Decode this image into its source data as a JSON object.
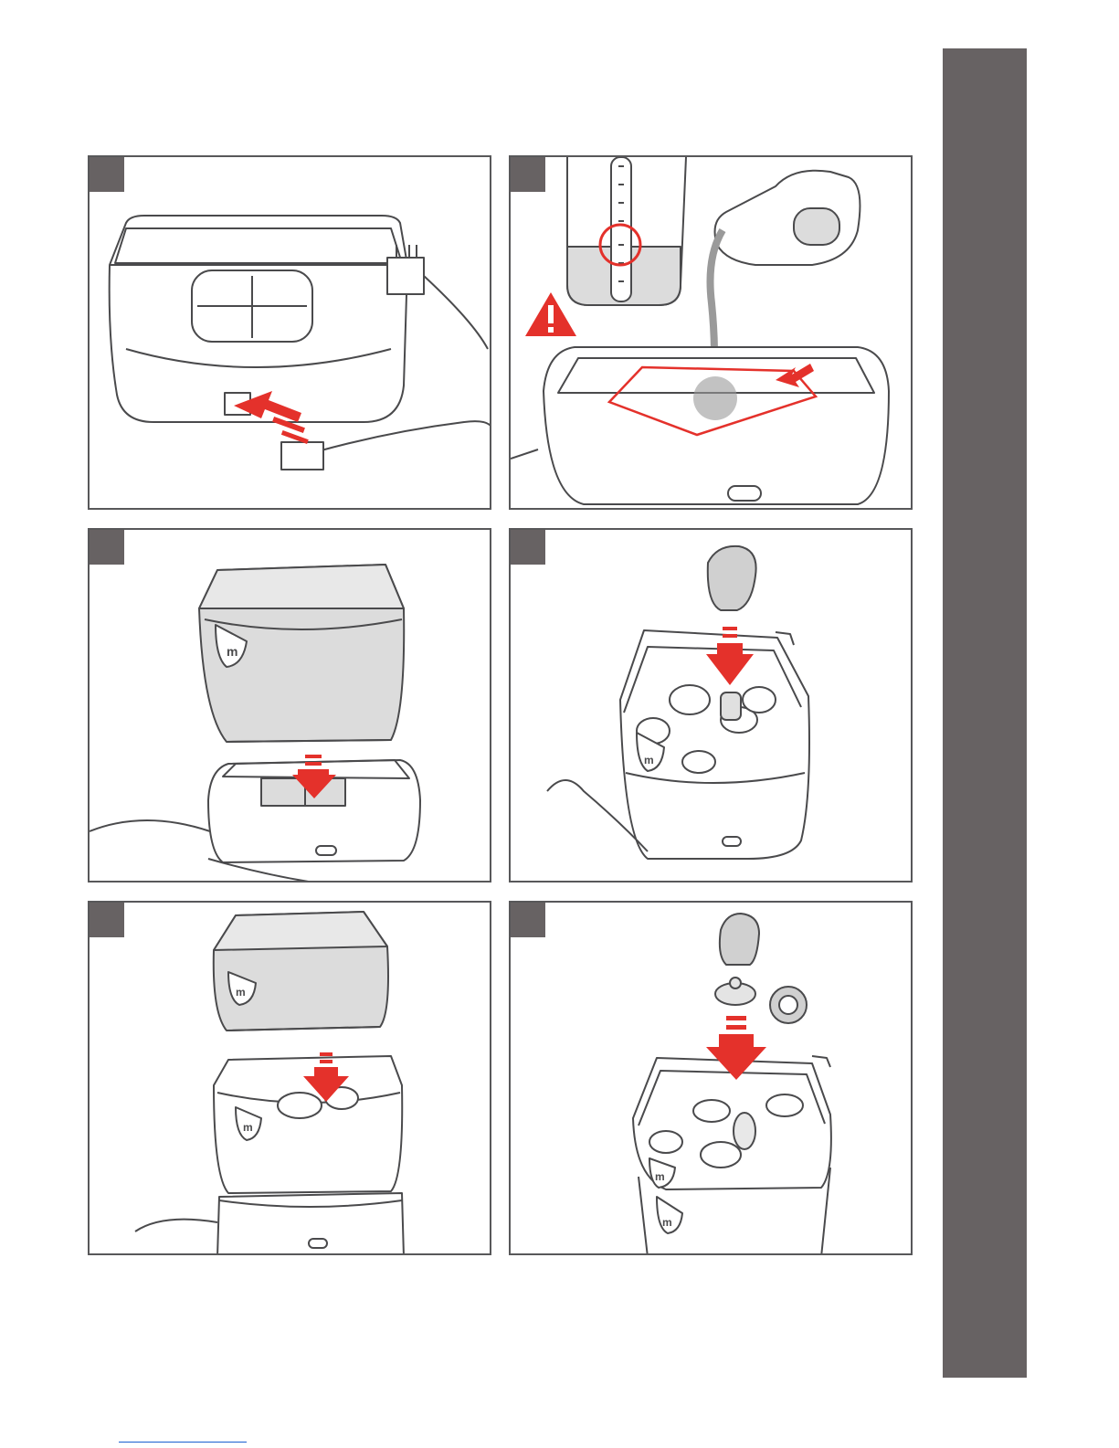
{
  "steps": [
    {
      "badge": "",
      "illustration": "plug-in-power-cable"
    },
    {
      "badge": "",
      "illustration": "pour-water-into-base"
    },
    {
      "badge": "",
      "illustration": "place-basket-on-base"
    },
    {
      "badge": "",
      "illustration": "load-bottles-into-basket"
    },
    {
      "badge": "",
      "illustration": "stack-second-basket"
    },
    {
      "badge": "",
      "illustration": "load-teats-and-caps"
    }
  ],
  "colors": {
    "accent": "#e4312b",
    "outline": "#4a4a4c",
    "tab": "#676263",
    "fill_grey": "#dcdcdc"
  },
  "icons": [
    "warning-triangle-icon",
    "arrow-down-icon",
    "arrow-left-icon",
    "power-plug-icon"
  ]
}
